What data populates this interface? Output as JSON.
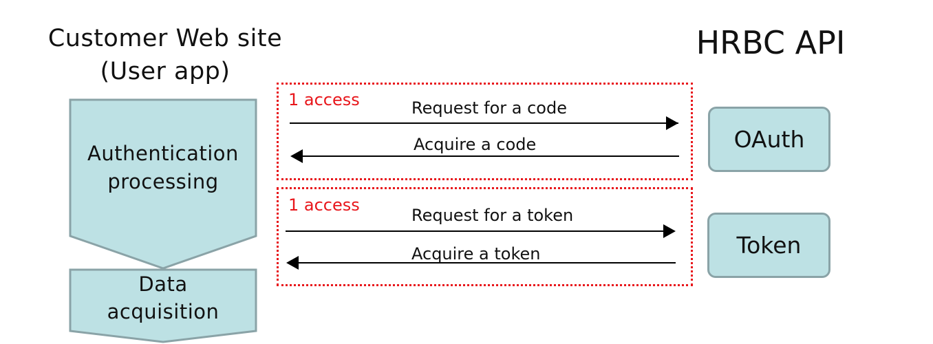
{
  "header": {
    "client_title": "Customer Web site",
    "client_subtitle": "(User app)",
    "server_title": "HRBC API"
  },
  "process": {
    "step1": [
      "Authentication",
      "processing"
    ],
    "step2": [
      "Data",
      "acquisition"
    ]
  },
  "exchanges": [
    {
      "access_label": "1 access",
      "request_label": "Request for a code",
      "response_label": "Acquire a code"
    },
    {
      "access_label": "1 access",
      "request_label": "Request for a token",
      "response_label": "Acquire a token"
    }
  ],
  "endpoints": {
    "oauth": "OAuth",
    "token": "Token"
  },
  "colors": {
    "shape_fill": "#bde1e4",
    "shape_stroke": "#8aa3a7",
    "access_red": "#e8161b",
    "arrow": "#000000"
  }
}
